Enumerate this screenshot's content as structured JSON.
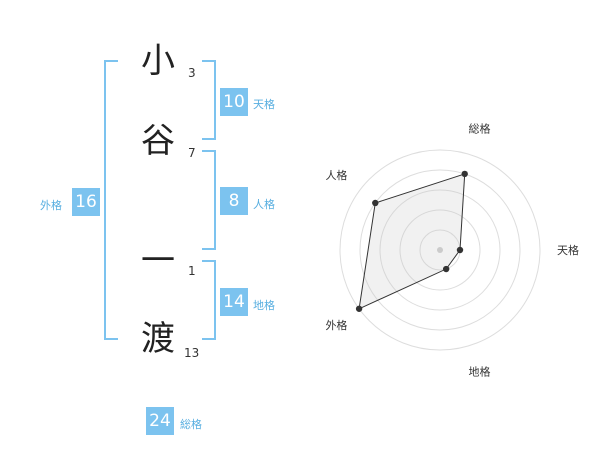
{
  "name": {
    "characters": [
      {
        "char": "小",
        "strokes": "3"
      },
      {
        "char": "谷",
        "strokes": "7"
      },
      {
        "char": "一",
        "strokes": "1"
      },
      {
        "char": "渡",
        "strokes": "13"
      }
    ]
  },
  "kakusu": {
    "tenkaku": {
      "label": "天格",
      "value": "10"
    },
    "jinkaku": {
      "label": "人格",
      "value": "8"
    },
    "chikaku": {
      "label": "地格",
      "value": "14"
    },
    "gaikaku": {
      "label": "外格",
      "value": "16"
    },
    "soukaku": {
      "label": "総格",
      "value": "24"
    }
  },
  "colors": {
    "accent": "#7cc3ef",
    "accent_text": "#57aee0"
  },
  "chart_data": {
    "type": "radar",
    "axes": [
      "総格",
      "天格",
      "地格",
      "外格",
      "人格"
    ],
    "values": [
      4,
      1,
      1,
      5,
      4
    ],
    "max": 5,
    "grid": true
  }
}
